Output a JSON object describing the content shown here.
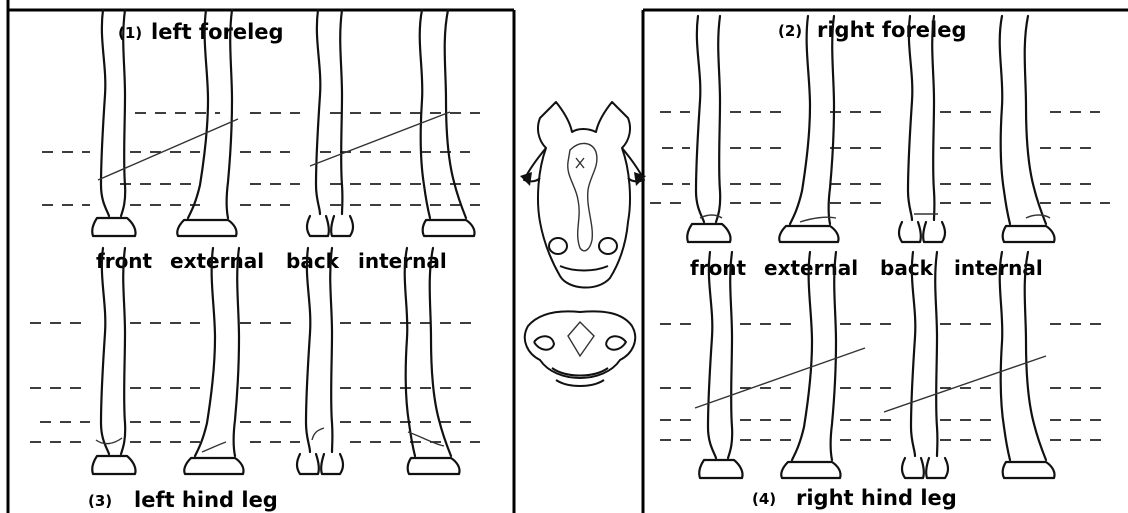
{
  "panels": {
    "left_foreleg": {
      "number": "(1)",
      "title": "left foreleg"
    },
    "right_foreleg": {
      "number": "(2)",
      "title": "right foreleg"
    },
    "left_hind_leg": {
      "number": "(3)",
      "title": "left hind leg"
    },
    "right_hind_leg": {
      "number": "(4)",
      "title": "right hind leg"
    }
  },
  "views": {
    "left": [
      "front",
      "external",
      "back",
      "internal"
    ],
    "right": [
      "front",
      "external",
      "back",
      "internal"
    ]
  },
  "center": {
    "top": "horse head, front view, with marking",
    "bottom": "horse muzzle, front view, with marking"
  }
}
